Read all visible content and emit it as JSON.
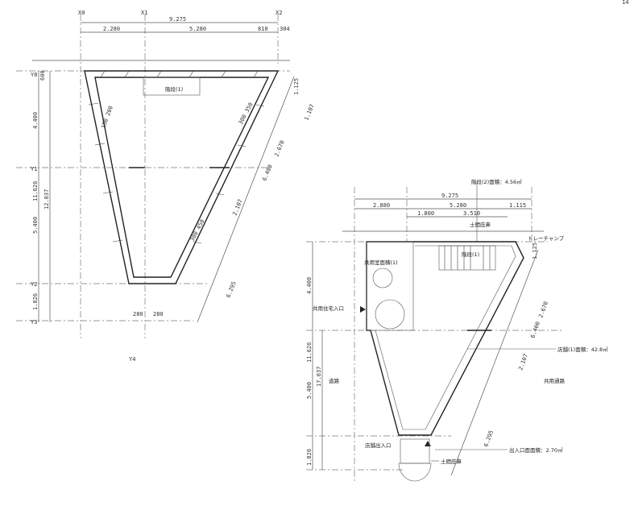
{
  "page_number": "14",
  "left_plan": {
    "dims_top": {
      "overall": "9.275",
      "a": "2.280",
      "b": "5.280",
      "c": "810",
      "d": "304"
    },
    "dims_right": [
      "1.125",
      "1.107",
      "2.670",
      "6.400",
      "2.107",
      "6.295"
    ],
    "dims_left": [
      "600",
      "4.400",
      "11.626",
      "5.400",
      "12.037",
      "1.826"
    ],
    "wall_notes": [
      "150 200",
      "300 350",
      "300 450"
    ],
    "bottom_dims": [
      "280",
      "280"
    ],
    "stair_label": "階段(1)",
    "grid_marks": [
      "X0",
      "X1",
      "X2",
      "Y0",
      "Y1",
      "Y2",
      "Y3",
      "Y4"
    ]
  },
  "right_plan": {
    "dims_top": {
      "overall": "9.275",
      "a": "2.880",
      "b": "5.280",
      "c": "1.115",
      "d": "1.800",
      "e": "3.510"
    },
    "dims_right": [
      "1.125",
      "2.670",
      "6.400",
      "2.107",
      "6.295"
    ],
    "dims_left": [
      "4.400",
      "11.626",
      "5.400",
      "17.037",
      "1.826"
    ],
    "notes": {
      "stair2_area": "階段(2)面積：4.56㎡",
      "eave_top": "土間庇鼻",
      "drain": "ドレーチャンプ",
      "stair1": "階段(1)",
      "stair_room": "共用室面積(1)",
      "shared_entrance": "共用住宅入口",
      "store_area": "店舗(1)面積：42.8㎡",
      "shared_passage": "共用通路",
      "road": "道路",
      "store_entrance": "店舗出入口",
      "entrance_area": "出入口面面積：2.70㎡",
      "eave_bottom": "土間庇鼻"
    }
  }
}
